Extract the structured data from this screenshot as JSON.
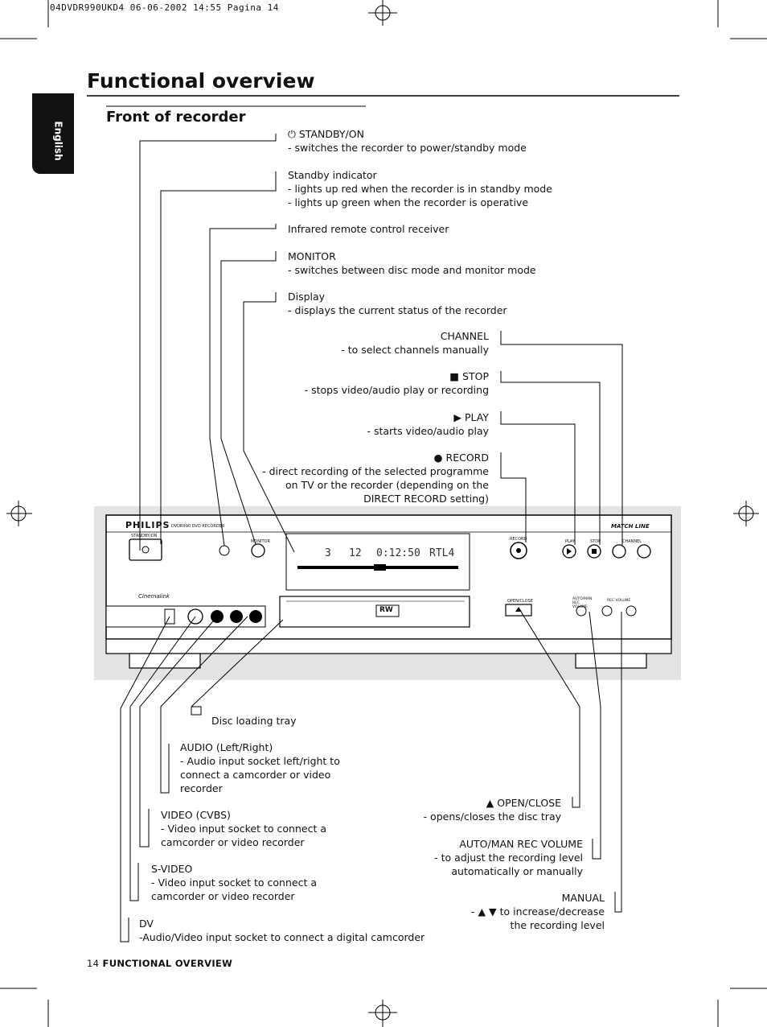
{
  "slug": "04DVDR990UKD4  06-06-2002  14:55  Pagina 14",
  "tab_label": "English",
  "title": "Functional overview",
  "subtitle": "Front of recorder",
  "labels": {
    "standby_title": "STANDBY/ON",
    "standby_desc": "- switches the recorder to power/standby mode",
    "indicator_title": "Standby indicator",
    "indicator_desc1": "- lights up red when the recorder is in standby mode",
    "indicator_desc2": "- lights up green when the recorder is operative",
    "ir_title": "Infrared remote control receiver",
    "monitor_title": "MONITOR",
    "monitor_desc": "- switches between disc mode and monitor mode",
    "display_title": "Display",
    "display_desc": "- displays the current status of the recorder",
    "channel_title": "CHANNEL",
    "channel_desc": "- to select channels manually",
    "stop_title": "STOP",
    "stop_desc": "- stops video/audio play or recording",
    "play_title": "PLAY",
    "play_desc": "- starts video/audio play",
    "record_title": "RECORD",
    "record_desc1": "- direct recording of the selected programme",
    "record_desc2": "on TV or the recorder (depending on the",
    "record_desc3": "DIRECT RECORD setting)",
    "tray_title": "Disc loading tray",
    "audio_title": "AUDIO (Left/Right)",
    "audio_desc1": "- Audio input socket left/right to",
    "audio_desc2": "connect a camcorder or video",
    "audio_desc3": "recorder",
    "video_title": "VIDEO (CVBS)",
    "video_desc1": "- Video input socket to connect a",
    "video_desc2": "camcorder or video recorder",
    "svideo_title": "S-VIDEO",
    "svideo_desc1": "- Video input socket to connect a",
    "svideo_desc2": "camcorder or video recorder",
    "dv_title": "DV",
    "dv_desc": "-Audio/Video input socket to connect a digital camcorder",
    "open_title": "OPEN/CLOSE",
    "open_desc": "- opens/closes the disc tray",
    "recvol_title": "AUTO/MAN REC VOLUME",
    "recvol_desc1": "- to adjust the recording level",
    "recvol_desc2": "automatically or manually",
    "manual_title": "MANUAL",
    "manual_desc1": "to increase/decrease",
    "manual_desc2": "the recording level"
  },
  "device": {
    "brand": "PHILIPS",
    "model": "DVDR990  DVD RECORDER",
    "matchline": "MATCH LINE",
    "logo": "Cinemalink",
    "display_track": "3",
    "display_chapter": "12",
    "display_time": "0:12:50",
    "display_channel": "RTL4",
    "rw_logo": "RW",
    "btn_standby": "STANDBY/ON",
    "btn_monitor": "MONITOR",
    "btn_record": "RECORD",
    "btn_play": "PLAY",
    "btn_stop": "STOP",
    "btn_channel": "CHANNEL",
    "btn_open": "OPEN/CLOSE",
    "btn_recvol": "AUTO/MAN REC VOLUME",
    "btn_recvol2": "REC VOLUME"
  },
  "footer": {
    "page_number": "14",
    "section": "FUNCTIONAL OVERVIEW"
  }
}
